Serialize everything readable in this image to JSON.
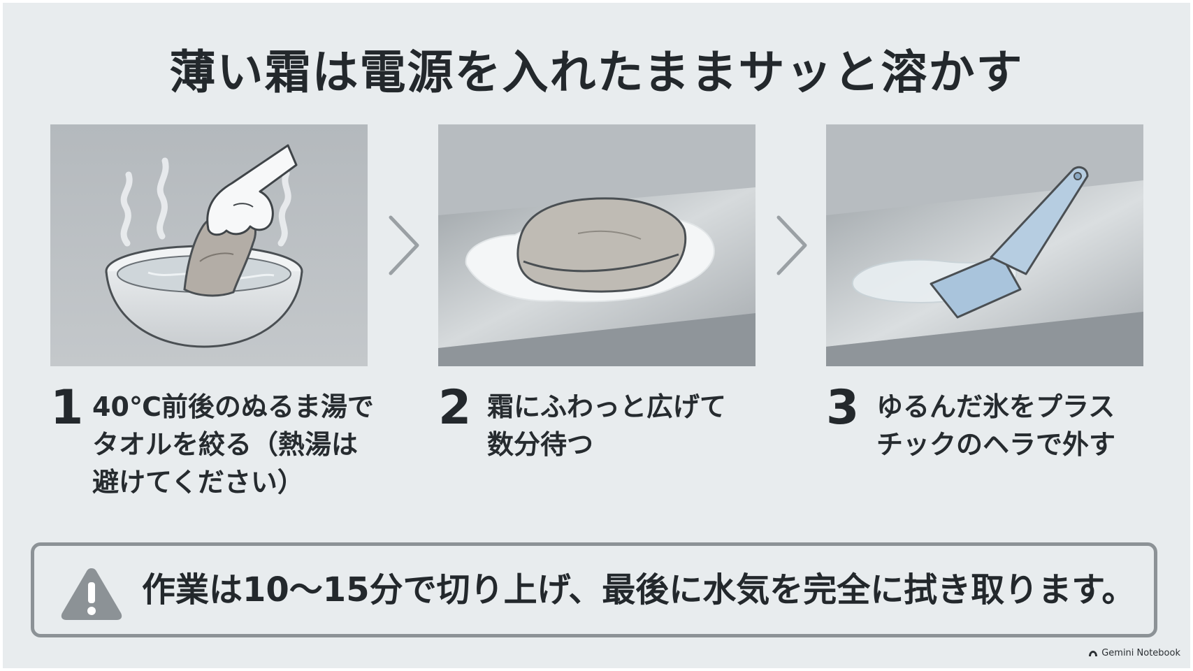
{
  "title": "薄い霜は電源を入れたままサッと溶かす",
  "steps": [
    {
      "number": "1",
      "text": "40℃前後のぬるま湯で\nタオルを絞る（熱湯は\n避けてください）"
    },
    {
      "number": "2",
      "text": "霜にふわっと広げて\n数分待つ"
    },
    {
      "number": "3",
      "text": "ゆるんだ氷をプラス\nチックのヘラで外す"
    }
  ],
  "notice": {
    "icon": "warning-icon",
    "text": "作業は10～15分で切り上げ、最後に水気を完全に拭き取ります。"
  },
  "brand": {
    "label": "Gemini Notebook"
  },
  "colors": {
    "background": "#e8ecee",
    "panel": "#b9bec2",
    "text": "#23282c",
    "notice_border": "#8c9296",
    "spatula": "#a9c4dc"
  }
}
